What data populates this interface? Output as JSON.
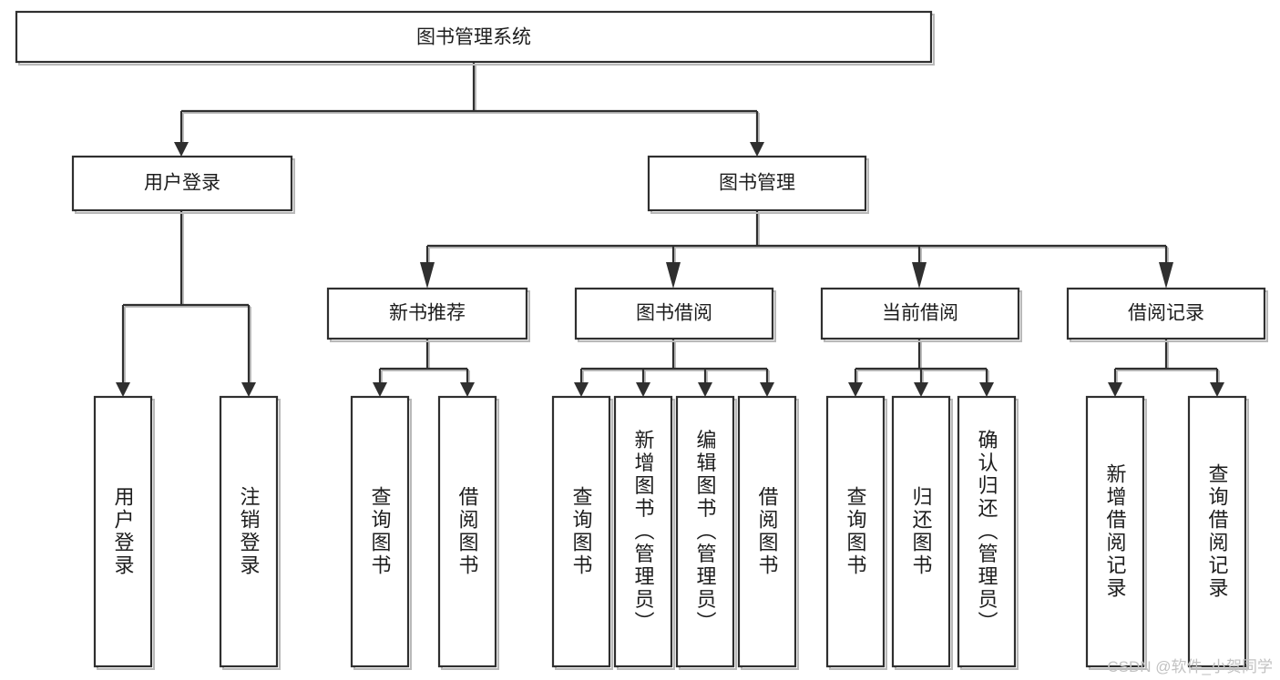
{
  "diagram": {
    "title": "图书管理系统",
    "type": "tree",
    "watermark": "CSDN @软件_小贺同学",
    "colors": {
      "background": "#ffffff",
      "box_fill": "#ffffff",
      "box_stroke": "#2f2f2f",
      "connector": "#2f2f2f",
      "shadow": "#bdbdbd",
      "text": "#1d1d1d",
      "watermark": "#c2c2c2"
    },
    "levels": {
      "root": {
        "label": "图书管理系统"
      },
      "level2": [
        {
          "label": "用户登录"
        },
        {
          "label": "图书管理"
        }
      ],
      "level3": [
        {
          "label": "新书推荐"
        },
        {
          "label": "图书借阅"
        },
        {
          "label": "当前借阅"
        },
        {
          "label": "借阅记录"
        }
      ],
      "leaves": {
        "user_login": [
          {
            "label": "用户登录"
          },
          {
            "label": "注销登录"
          }
        ],
        "new_book_recommend": [
          {
            "label": "查询图书"
          },
          {
            "label": "借阅图书"
          }
        ],
        "book_borrow": [
          {
            "label": "查询图书"
          },
          {
            "label": "新增图书（管理员）"
          },
          {
            "label": "编辑图书（管理员）"
          },
          {
            "label": "借阅图书"
          }
        ],
        "current_borrow": [
          {
            "label": "查询图书"
          },
          {
            "label": "归还图书"
          },
          {
            "label": "确认归还（管理员）"
          }
        ],
        "borrow_record": [
          {
            "label": "新增借阅记录"
          },
          {
            "label": "查询借阅记录"
          }
        ]
      }
    }
  }
}
